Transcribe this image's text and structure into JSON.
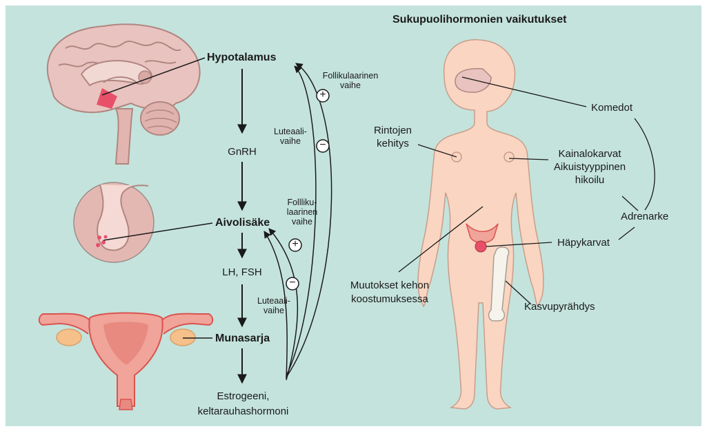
{
  "title": "Sukupuolihormonien vaikutukset",
  "axis": {
    "hypothalamus": "Hypotalamus",
    "gnrh": "GnRH",
    "pituitary": "Aivolisäke",
    "lh_fsh": "LH, FSH",
    "ovary": "Munasarja",
    "hormones": "Estrogeeni,\nkeltarauhashormoni"
  },
  "feedback": {
    "follicular_top": "Follikulaarinen\nvaihe",
    "luteal_top": "Luteaali-\nvaihe",
    "follicular_mid": "Follliku-\nlaarinen\nvaihe",
    "luteal_mid": "Luteaali-\nvaihe",
    "plus_symbol": "+",
    "minus_symbol": "−"
  },
  "effects": {
    "comedones": "Komedot",
    "breast": "Rintojen\nkehitys",
    "axillary": "Kainalokarvat\nAikuistyyppinen\nhikoilu",
    "adrenarche": "Adrenarke",
    "pubic": "Häpykarvat",
    "body_comp": "Muutokset kehon\nkoostumuksessa",
    "growth": "Kasvupyrähdys"
  },
  "colors": {
    "background": "#c4e3dc",
    "skin": "#f9d5c2",
    "brain": "#e9c3bf",
    "accent_red": "#e8506a",
    "uterus": "#f0a49a"
  }
}
